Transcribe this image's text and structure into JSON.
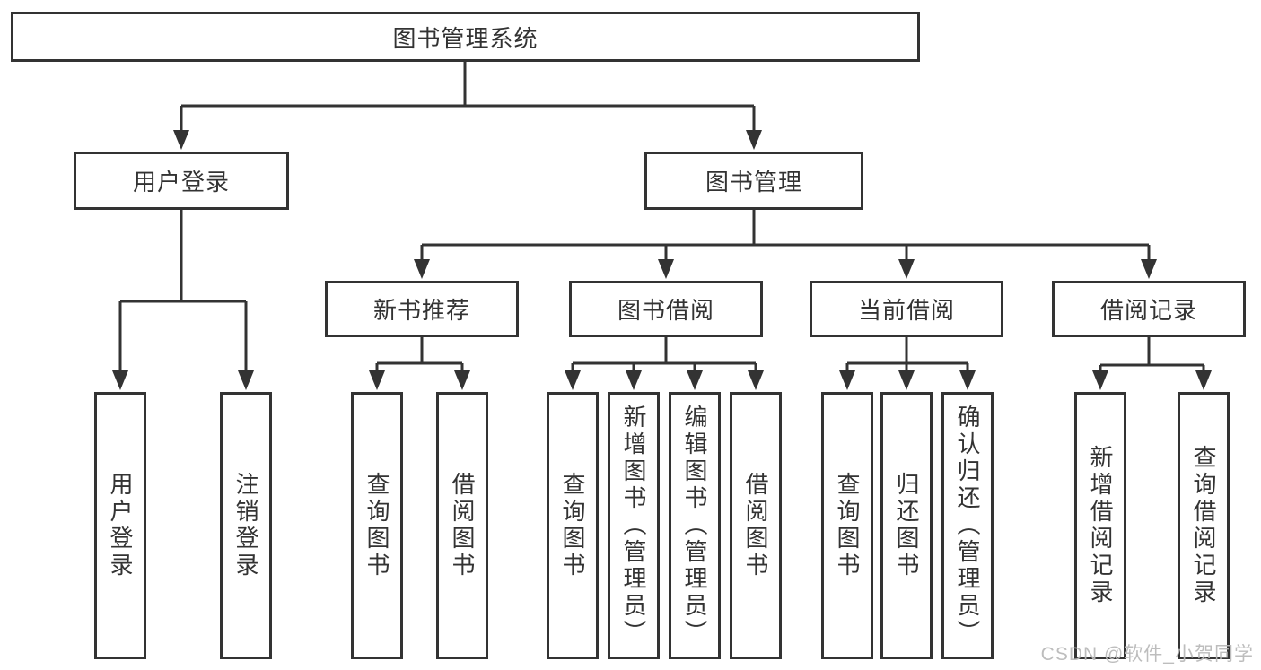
{
  "diagram_type": "hierarchy-tree",
  "colors": {
    "background": "#ffffff",
    "line": "#333333",
    "box_border": "#333333",
    "text": "#333333",
    "watermark": "#b9b9b9"
  },
  "tree": {
    "label": "图书管理系统",
    "children": [
      {
        "label": "用户登录",
        "children": [
          {
            "label": "用户登录"
          },
          {
            "label": "注销登录"
          }
        ]
      },
      {
        "label": "图书管理",
        "children": [
          {
            "label": "新书推荐",
            "children": [
              {
                "label": "查询图书"
              },
              {
                "label": "借阅图书"
              }
            ]
          },
          {
            "label": "图书借阅",
            "children": [
              {
                "label": "查询图书"
              },
              {
                "label": "新增图书（管理员）"
              },
              {
                "label": "编辑图书（管理员）"
              },
              {
                "label": "借阅图书"
              }
            ]
          },
          {
            "label": "当前借阅",
            "children": [
              {
                "label": "查询图书"
              },
              {
                "label": "归还图书"
              },
              {
                "label": "确认归还（管理员）"
              }
            ]
          },
          {
            "label": "借阅记录",
            "children": [
              {
                "label": "新增借阅记录"
              },
              {
                "label": "查询借阅记录"
              }
            ]
          }
        ]
      }
    ]
  },
  "watermark": "CSDN @软件_小贺同学"
}
